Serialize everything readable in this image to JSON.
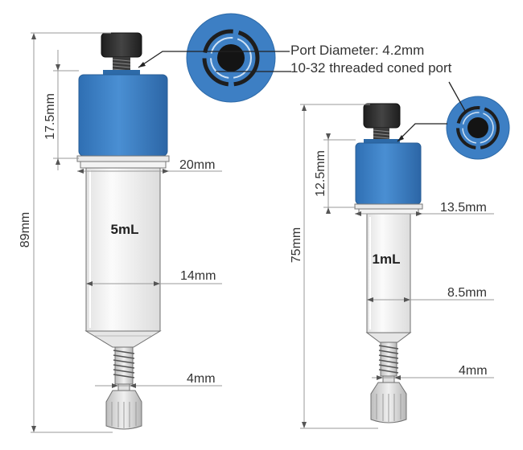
{
  "callouts": {
    "port_diameter": "Port Diameter: 4.2mm",
    "port_thread": "10-32 threaded coned port"
  },
  "large": {
    "volume": "5mL",
    "overall_height": "89mm",
    "cap_height": "17.5mm",
    "flange_width": "20mm",
    "barrel_width": "14mm",
    "tip_width": "4mm"
  },
  "small": {
    "volume": "1mL",
    "overall_height": "75mm",
    "cap_height": "12.5mm",
    "flange_width": "13.5mm",
    "barrel_width": "8.5mm",
    "tip_width": "4mm"
  },
  "colors": {
    "cap_blue": "#3d7fc4",
    "cap_blue_dark": "#2d6aa8",
    "knob": "#2b2b2b",
    "barrel": "#f4f4f4",
    "outline": "#6f6f6f"
  }
}
